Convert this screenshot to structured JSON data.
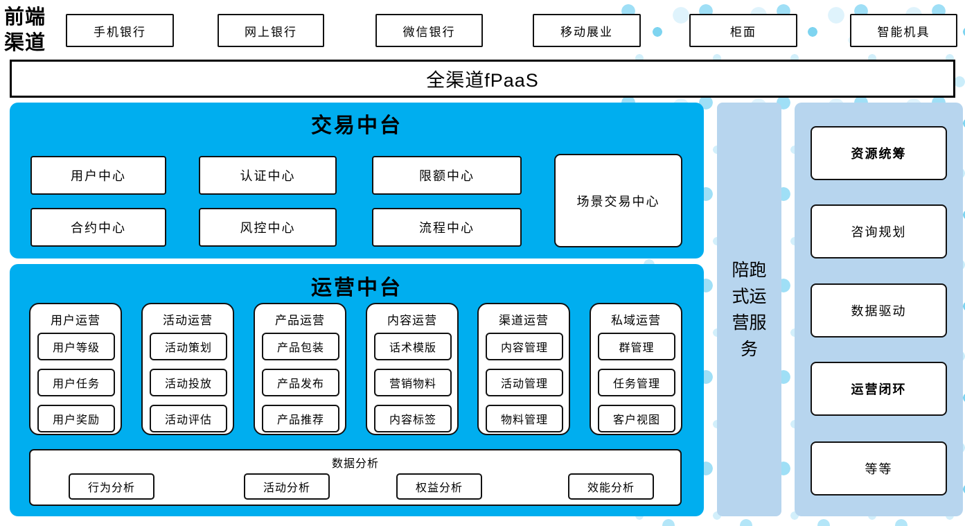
{
  "colors": {
    "platform_blue": "#00AEEF",
    "side_light_blue": "#B7D5EE",
    "box_border": "#111111",
    "dot_blue": "#7ED4F0"
  },
  "front_channels": {
    "label": "前端渠道",
    "items": [
      "手机银行",
      "网上银行",
      "微信银行",
      "移动展业",
      "柜面",
      "智能机具"
    ]
  },
  "fpaas": {
    "label": "全渠道fPaaS"
  },
  "trade_platform": {
    "title": "交易中台",
    "centers": [
      "用户中心",
      "认证中心",
      "限额中心",
      "合约中心",
      "风控中心",
      "流程中心"
    ],
    "scene_center": "场景交易中心"
  },
  "ops_platform": {
    "title": "运营中台",
    "columns": [
      {
        "title": "用户运营",
        "items": [
          "用户等级",
          "用户任务",
          "用户奖励"
        ]
      },
      {
        "title": "活动运营",
        "items": [
          "活动策划",
          "活动投放",
          "活动评估"
        ]
      },
      {
        "title": "产品运营",
        "items": [
          "产品包装",
          "产品发布",
          "产品推荐"
        ]
      },
      {
        "title": "内容运营",
        "items": [
          "话术模版",
          "营销物料",
          "内容标签"
        ]
      },
      {
        "title": "渠道运营",
        "items": [
          "内容管理",
          "活动管理",
          "物料管理"
        ]
      },
      {
        "title": "私域运营",
        "items": [
          "群管理",
          "任务管理",
          "客户视图"
        ]
      }
    ],
    "data_analysis": {
      "title": "数据分析",
      "items": [
        "行为分析",
        "活动分析",
        "权益分析",
        "效能分析"
      ]
    }
  },
  "side_service": {
    "label": "陪跑式运营服务"
  },
  "right_panel": {
    "items": [
      {
        "label": "资源统筹",
        "bold": true
      },
      {
        "label": "咨询规划",
        "bold": false
      },
      {
        "label": "数据驱动",
        "bold": false
      },
      {
        "label": "运营闭环",
        "bold": true
      },
      {
        "label": "等等",
        "bold": false
      }
    ]
  }
}
